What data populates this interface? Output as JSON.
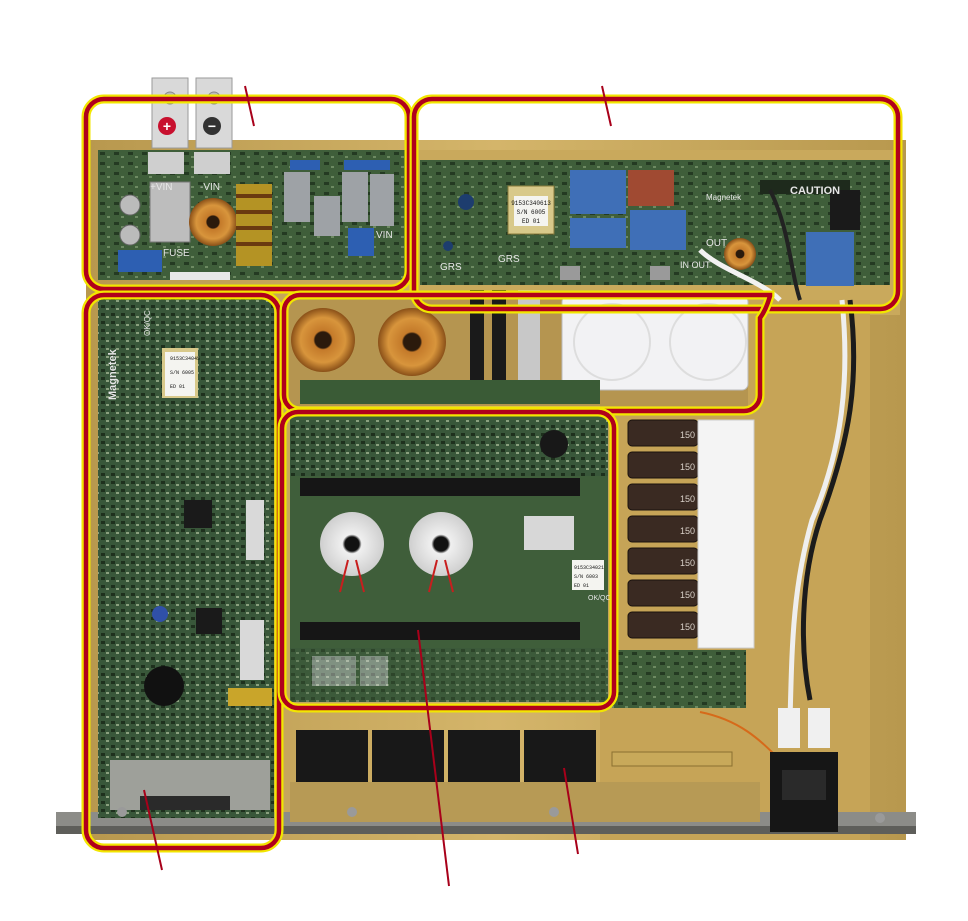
{
  "colors": {
    "highlight_outer": "#b0001c",
    "highlight_inner": "#f2e600",
    "leader_line": "#a8001a",
    "chassis": "#c9a95c",
    "pcb_green": "#3f5e3a",
    "pcb_dark": "#2c4529"
  },
  "terminals": {
    "positive_symbol": "+",
    "negative_symbol": "−"
  },
  "board_labels": {
    "vin_pos": "+VIN",
    "vin_neg": "-VIN",
    "fuse": "FUSE",
    "vin": "VIN",
    "grs_left": "GRS",
    "grs_right": "GRS",
    "out": "OUT",
    "in_out": "IN OUT",
    "caution": "CAUTION",
    "brand": "Magnetek",
    "okqc": "OK/QC",
    "okqc2": "OK/QC"
  },
  "sticker_top": [
    "9153C340613",
    "S/N 6005",
    "ED 01"
  ],
  "sticker_left": [
    "9153C34045",
    "S/N 6005",
    "ED 01"
  ],
  "sticker_mid": [
    "9153C34021",
    "S/N 6003",
    "ED 01"
  ],
  "capacitor_label": "150",
  "regions": [
    {
      "id": "input-filter"
    },
    {
      "id": "output-section"
    },
    {
      "id": "control-board"
    },
    {
      "id": "magnetics-area"
    },
    {
      "id": "power-board"
    }
  ]
}
